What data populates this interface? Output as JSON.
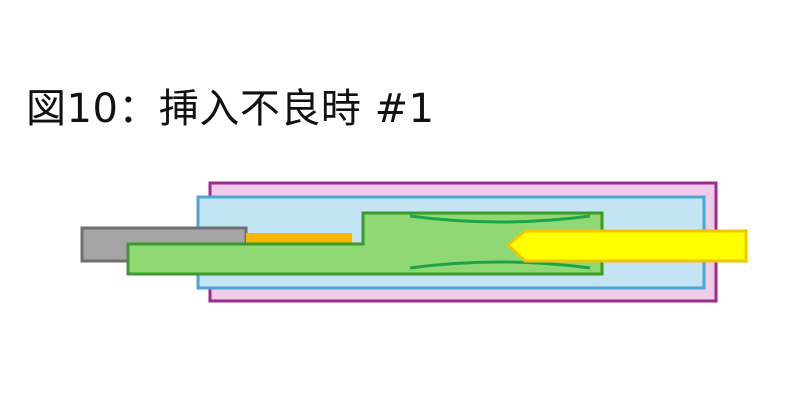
{
  "title": "図10：挿入不良時 #1",
  "diagram": {
    "description_parts": [
      "outer-housing",
      "inner-sleeve",
      "gray-pin",
      "orange-strip",
      "green-contact",
      "yellow-plug"
    ],
    "colors": {
      "outer_fill": "#f2cbe8",
      "outer_stroke": "#9b2d8c",
      "inner_fill": "#c3e4f3",
      "inner_stroke": "#4aa7d4",
      "gray_fill": "#a5a5a5",
      "gray_stroke": "#6f6f6f",
      "orange_fill": "#f7b500",
      "green_fill": "#8fd873",
      "green_stroke": "#3c9a2a",
      "spring_stroke": "#1ea34a",
      "yellow_fill": "#ffff00",
      "yellow_stroke": "#f3c400"
    }
  }
}
